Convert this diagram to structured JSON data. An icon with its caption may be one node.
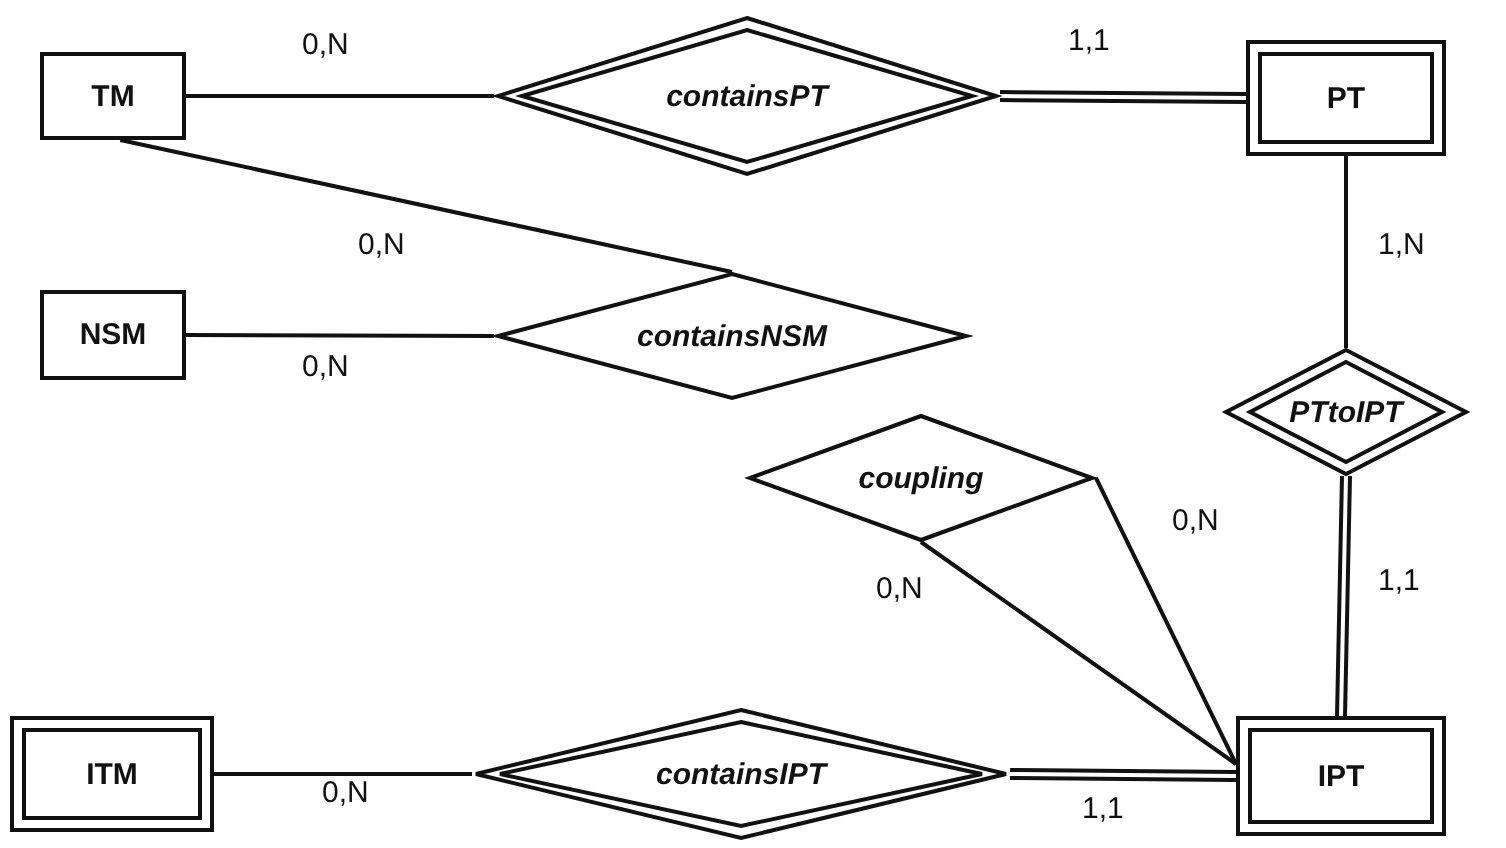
{
  "diagram": {
    "nodes": [
      {
        "text": [
          "TM"
        ]
      },
      {
        "text": [
          "containsPT"
        ]
      },
      {
        "text": [
          "PT"
        ]
      },
      {
        "text": [
          "NSM"
        ]
      },
      {
        "text": [
          "containsNSM"
        ]
      },
      {
        "text": [
          "PTtoIPT"
        ]
      },
      {
        "text": [
          "coupling"
        ]
      },
      {
        "text": [
          "ITM"
        ]
      },
      {
        "text": [
          "containsIPT"
        ]
      },
      {
        "text": [
          "IPT"
        ]
      }
    ],
    "edges": [
      {
        "from": 0,
        "to": 1,
        "arrow": "none",
        "label": "0,N"
      },
      {
        "from": 1,
        "to": 2,
        "arrow": "none",
        "label": "1,1",
        "style": "thick"
      },
      {
        "from": 0,
        "to": 4,
        "arrow": "none",
        "label": "0,N"
      },
      {
        "from": 3,
        "to": 4,
        "arrow": "none",
        "label": "0,N"
      },
      {
        "from": 2,
        "to": 5,
        "arrow": "none",
        "label": "1,N"
      },
      {
        "from": 5,
        "to": 9,
        "arrow": "none",
        "label": "1,1",
        "style": "thick"
      },
      {
        "from": 6,
        "to": 9,
        "arrow": "none",
        "label": "0,N"
      },
      {
        "from": 6,
        "to": 9,
        "arrow": "none",
        "label": "0,N"
      },
      {
        "from": 7,
        "to": 8,
        "arrow": "none",
        "label": "0,N"
      },
      {
        "from": 8,
        "to": 9,
        "arrow": "none",
        "label": "1,1",
        "style": "thick"
      }
    ]
  }
}
